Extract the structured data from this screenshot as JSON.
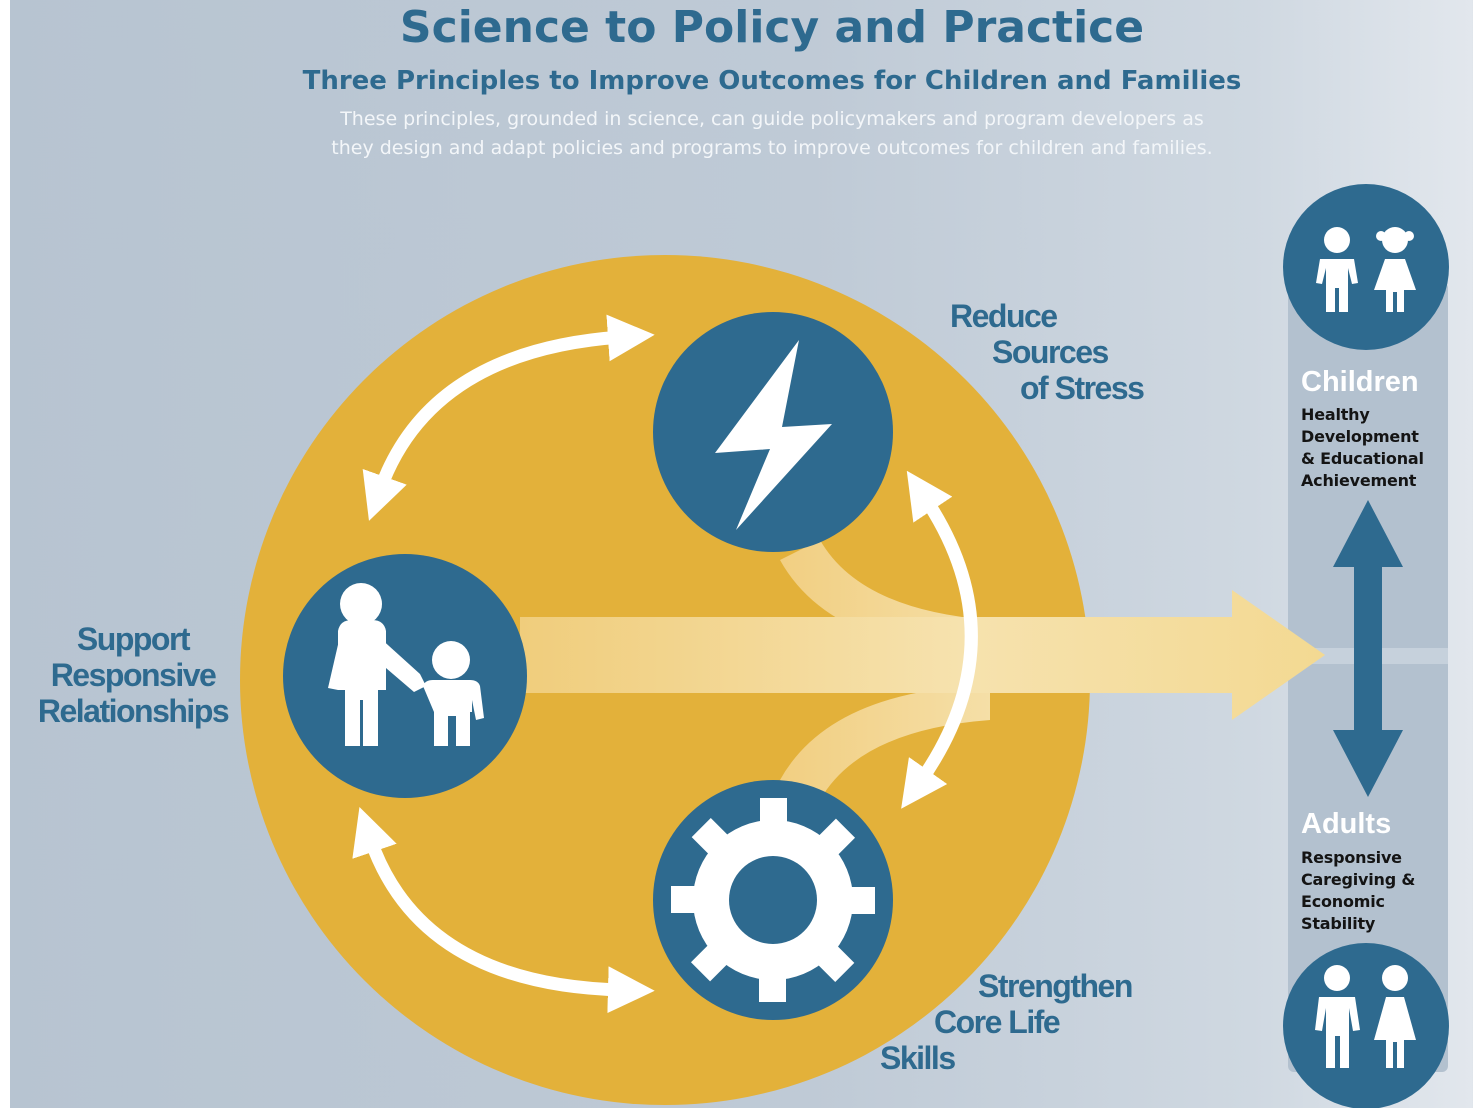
{
  "header": {
    "title": "Science to Policy and Practice",
    "subtitle": "Three Principles to Improve Outcomes for Children and Families",
    "description_lines": [
      "These principles, grounded in science, can guide policymakers and program developers as",
      "they design and adapt policies and programs to improve outcomes for children and families."
    ]
  },
  "principles": {
    "relationships": {
      "lines": [
        "Support",
        "Responsive",
        "Relationships"
      ],
      "icon": "parent-child-icon"
    },
    "stress": {
      "lines": [
        "Reduce",
        "Sources",
        "of Stress"
      ],
      "icon": "lightning-bolt-icon"
    },
    "skills": {
      "lines": [
        "Strengthen",
        "Core Life",
        "Skills"
      ],
      "icon": "gear-icon"
    }
  },
  "outcomes": {
    "children": {
      "heading": "Children",
      "lines": [
        "Healthy",
        "Development",
        "& Educational",
        "Achievement"
      ],
      "icon": "children-icon"
    },
    "adults": {
      "heading": "Adults",
      "lines": [
        "Responsive",
        "Caregiving &",
        "Economic",
        "Stability"
      ],
      "icon": "adults-icon"
    }
  },
  "colors": {
    "background": "#bfcad6",
    "gold": "#e3b13a",
    "blue": "#2e6a8f",
    "white": "#ffffff",
    "arrow_pale": "#f3d992"
  }
}
